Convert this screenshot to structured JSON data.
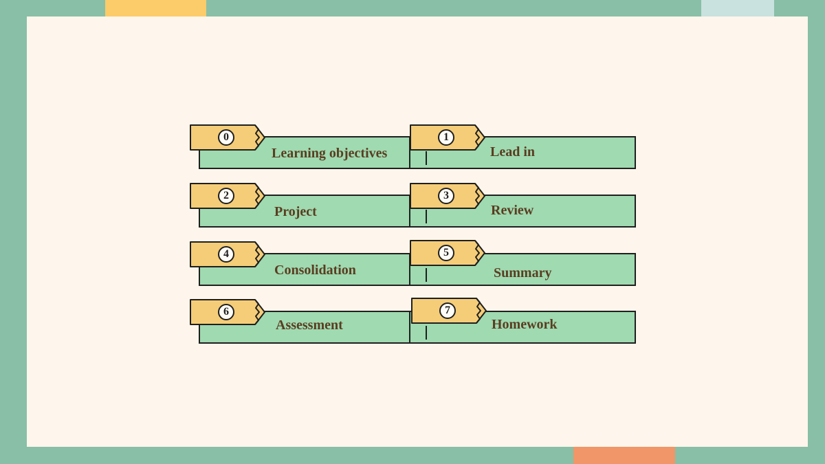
{
  "colors": {
    "frame": "#88bfa6",
    "page": "#fef6ec",
    "accent_yellow": "#fccb6a",
    "accent_mint": "#c9e1df",
    "accent_orange": "#f09668",
    "band": "#9fdab0",
    "tag": "#f5cd78",
    "label": "#5a3d22",
    "outline": "#1f1f1f"
  },
  "icons": {
    "tag": "pencil-icon"
  },
  "agenda": [
    [
      {
        "number": "0",
        "label": "Learning objectives"
      },
      {
        "number": "1",
        "label": "Lead in"
      }
    ],
    [
      {
        "number": "2",
        "label": "Project"
      },
      {
        "number": "3",
        "label": "Review"
      }
    ],
    [
      {
        "number": "4",
        "label": "Consolidation"
      },
      {
        "number": "5",
        "label": "Summary"
      }
    ],
    [
      {
        "number": "6",
        "label": "Assessment"
      },
      {
        "number": "7",
        "label": "Homework"
      }
    ]
  ]
}
